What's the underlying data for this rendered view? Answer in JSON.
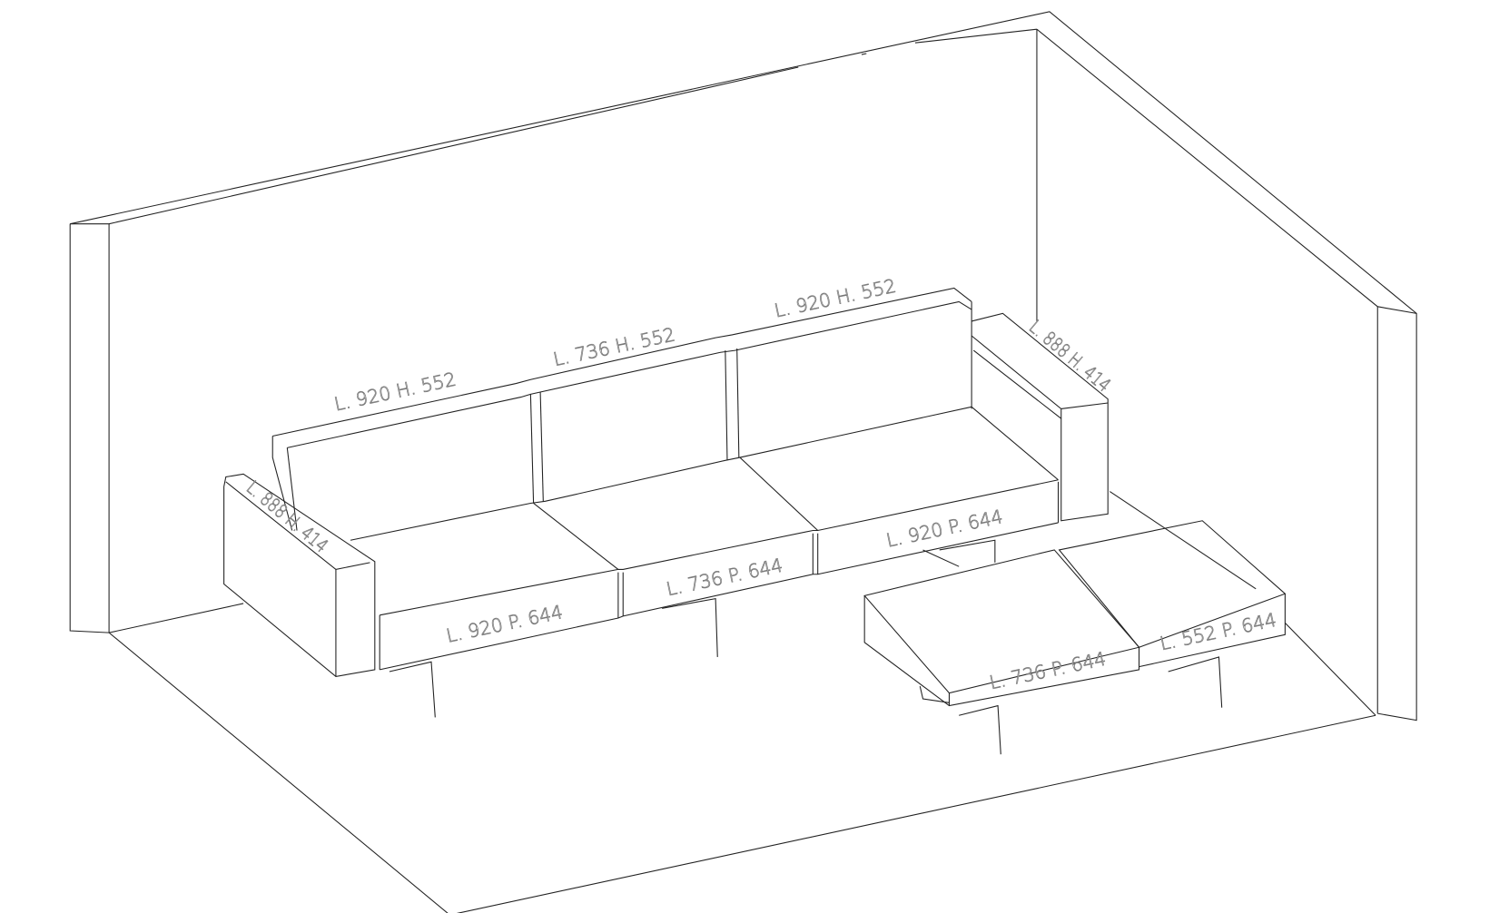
{
  "backrests": [
    {
      "label": "L. 920 H. 552"
    },
    {
      "label": "L. 736 H. 552"
    },
    {
      "label": "L. 920 H. 552"
    }
  ],
  "armrests": [
    {
      "label": "L. 888 H. 414"
    },
    {
      "label": "L. 888 H. 414"
    }
  ],
  "seats": [
    {
      "label": "L. 920 P. 644"
    },
    {
      "label": "L. 736 P. 644"
    },
    {
      "label": "L. 920 P. 644"
    }
  ],
  "ottomans": [
    {
      "label": "L. 736 P. 644"
    },
    {
      "label": "L. 552 P. 644"
    }
  ]
}
